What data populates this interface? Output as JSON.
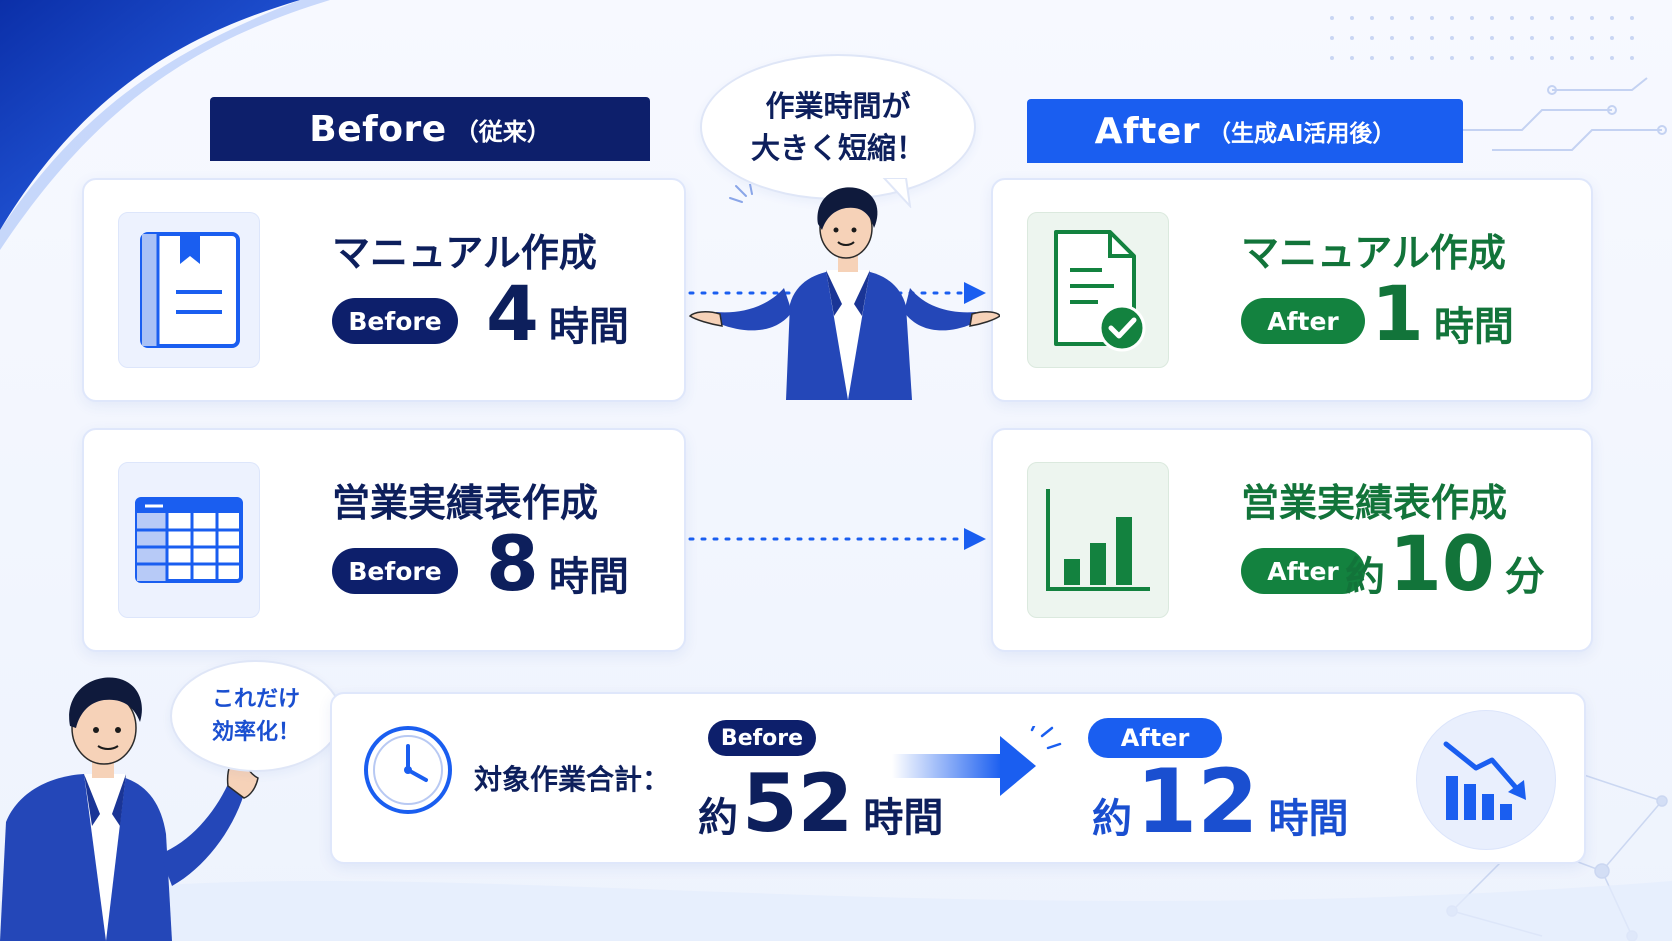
{
  "headers": {
    "before": {
      "label": "Before",
      "sub": "（従来）"
    },
    "after": {
      "label": "After",
      "sub": "（生成AI活用後）"
    }
  },
  "bubbles": {
    "top": {
      "line1": "作業時間が",
      "line2": "大きく短縮！"
    },
    "side": {
      "line1": "これだけ",
      "line2": "効率化！"
    }
  },
  "rows": [
    {
      "task": "マニュアル作成",
      "before": {
        "badge": "Before",
        "number": "4",
        "unit": "時間",
        "icon": "manual-book-icon"
      },
      "after": {
        "badge": "After",
        "number": "1",
        "unit": "時間",
        "icon": "document-check-icon"
      }
    },
    {
      "task": "営業実績表作成",
      "before": {
        "badge": "Before",
        "number": "8",
        "unit": "時間",
        "icon": "spreadsheet-icon"
      },
      "after": {
        "badge": "After",
        "prefix": "約",
        "number": "10",
        "unit": "分",
        "icon": "bar-chart-icon"
      }
    }
  ],
  "total": {
    "label": "対象作業合計：",
    "before": {
      "badge": "Before",
      "prefix": "約",
      "number": "52",
      "unit": "時間"
    },
    "after": {
      "badge": "After",
      "prefix": "約",
      "number": "12",
      "unit": "時間"
    },
    "icons": [
      "clock-icon",
      "arrow-right-icon",
      "trend-down-chart-icon"
    ]
  },
  "colors": {
    "navy": "#0d1f6b",
    "blue": "#1a5ef0",
    "green": "#13823f",
    "background": "#f3f6fd"
  }
}
